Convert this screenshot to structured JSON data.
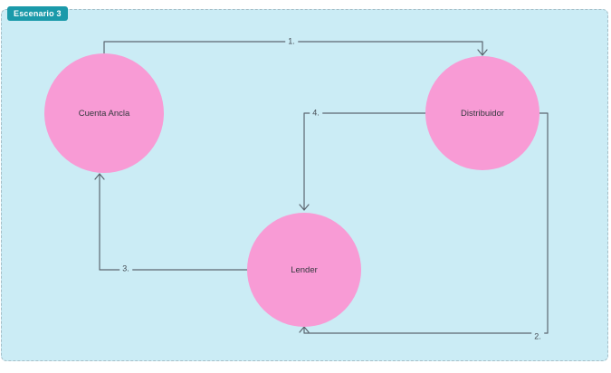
{
  "badge": {
    "label": "Escenario 3"
  },
  "nodes": [
    {
      "id": "cuenta-ancla",
      "label": "Cuenta Ancla"
    },
    {
      "id": "distribuidor",
      "label": "Distribuidor"
    },
    {
      "id": "lender",
      "label": "Lender"
    }
  ],
  "edges": [
    {
      "id": "edge-1",
      "label": "1."
    },
    {
      "id": "edge-2",
      "label": "2."
    },
    {
      "id": "edge-3",
      "label": "3."
    },
    {
      "id": "edge-4",
      "label": "4."
    }
  ],
  "colors": {
    "canvas": "#cbecf5",
    "node_fill": "#f89bd5",
    "badge_bg": "#1b9aaa",
    "connector": "#5c6670"
  }
}
